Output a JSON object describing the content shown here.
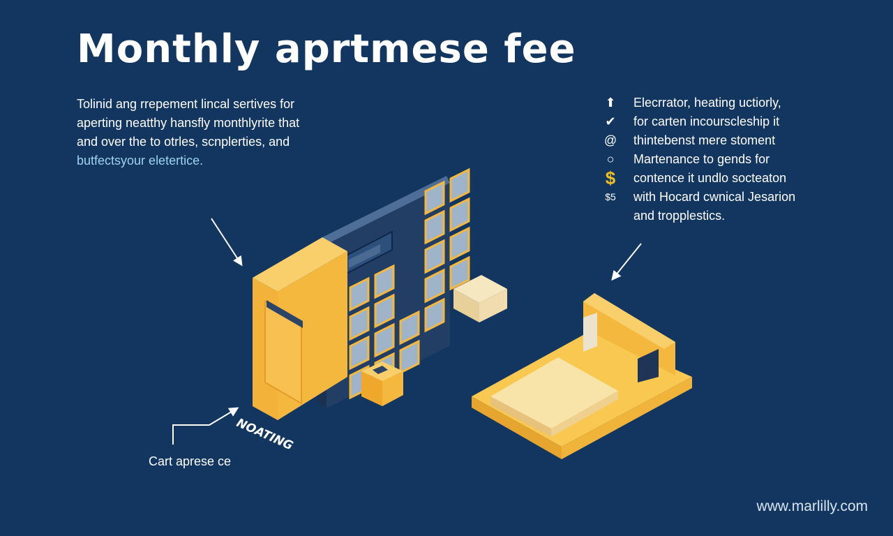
{
  "title": "Monthly aprtmese fee",
  "intro": {
    "lines": [
      "Tolinid ang rrepement lincal sertives for",
      "aperting neatthy hansfly monthlyrite that",
      "and over the to otrles, scnplerties, and",
      "butfectsyour eletertice."
    ]
  },
  "features": [
    {
      "icon": "up-arrow-icon",
      "glyph": "⬆",
      "text": "Elecrrator, heating uctiorly,"
    },
    {
      "icon": "check-icon",
      "glyph": "✔",
      "text": "for carten incourscleship it"
    },
    {
      "icon": "at-icon",
      "glyph": "@",
      "text": "thintebenst mere stoment"
    },
    {
      "icon": "circle-icon",
      "glyph": "○",
      "text": "Martenance to gends for"
    },
    {
      "icon": "dollar-icon",
      "glyph": "$",
      "text": "contence it undlo socteaton"
    },
    {
      "icon": "dollar-amount-icon",
      "glyph": "$5",
      "text": "with Hocard cwnical Jesarion"
    },
    {
      "icon": "",
      "glyph": "",
      "text": "and tropplestics."
    }
  ],
  "labels": {
    "cart": "Cart aprese ce",
    "tag": "NOATING"
  },
  "footer": {
    "url": "www.marlilly.com"
  },
  "colors": {
    "background": "#133660",
    "accent_yellow": "#f5b53a",
    "building_dark": "#243f66",
    "window": "#9fb4c8"
  }
}
